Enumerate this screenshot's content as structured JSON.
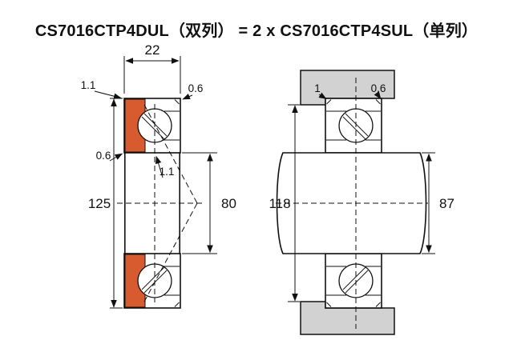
{
  "title": "CS7016CTP4DUL（双列） = 2 x CS7016CTP4SUL（单列）",
  "colors": {
    "cage": "#d85b2f",
    "housing": "#d2d2d2",
    "line": "#111111"
  },
  "left_view": {
    "width": "22",
    "outer_diameter": "125",
    "bore_diameter": "80",
    "chamfer_outer_top_left": "1.1",
    "chamfer_outer_top_right": "0.6",
    "chamfer_inner_left": "0.6",
    "chamfer_inner_center": "1.1"
  },
  "right_view": {
    "housing_shoulder_diameter": "118",
    "shaft_shoulder_diameter": "87",
    "fillet_left": "1",
    "fillet_right": "0.6"
  }
}
